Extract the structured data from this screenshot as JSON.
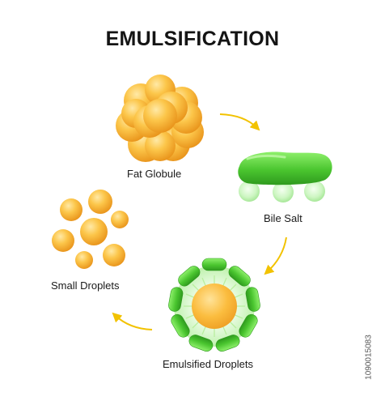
{
  "title": "EMULSIFICATION",
  "labels": {
    "fat_globule": "Fat Globule",
    "bile_salt": "Bile Salt",
    "small_droplets": "Small Droplets",
    "emulsified_droplets": "Emulsified Droplets"
  },
  "side_id": "1090015083",
  "colors": {
    "fat_orange": "#f7b733",
    "bile_green": "#49c431",
    "arrow_yellow": "#f2c200",
    "text": "#141414"
  },
  "icons": [
    "fat-globule-cluster-icon",
    "bile-salt-molecule-icon",
    "emulsified-droplet-icon",
    "small-droplets-icon",
    "cycle-arrow-icon"
  ]
}
